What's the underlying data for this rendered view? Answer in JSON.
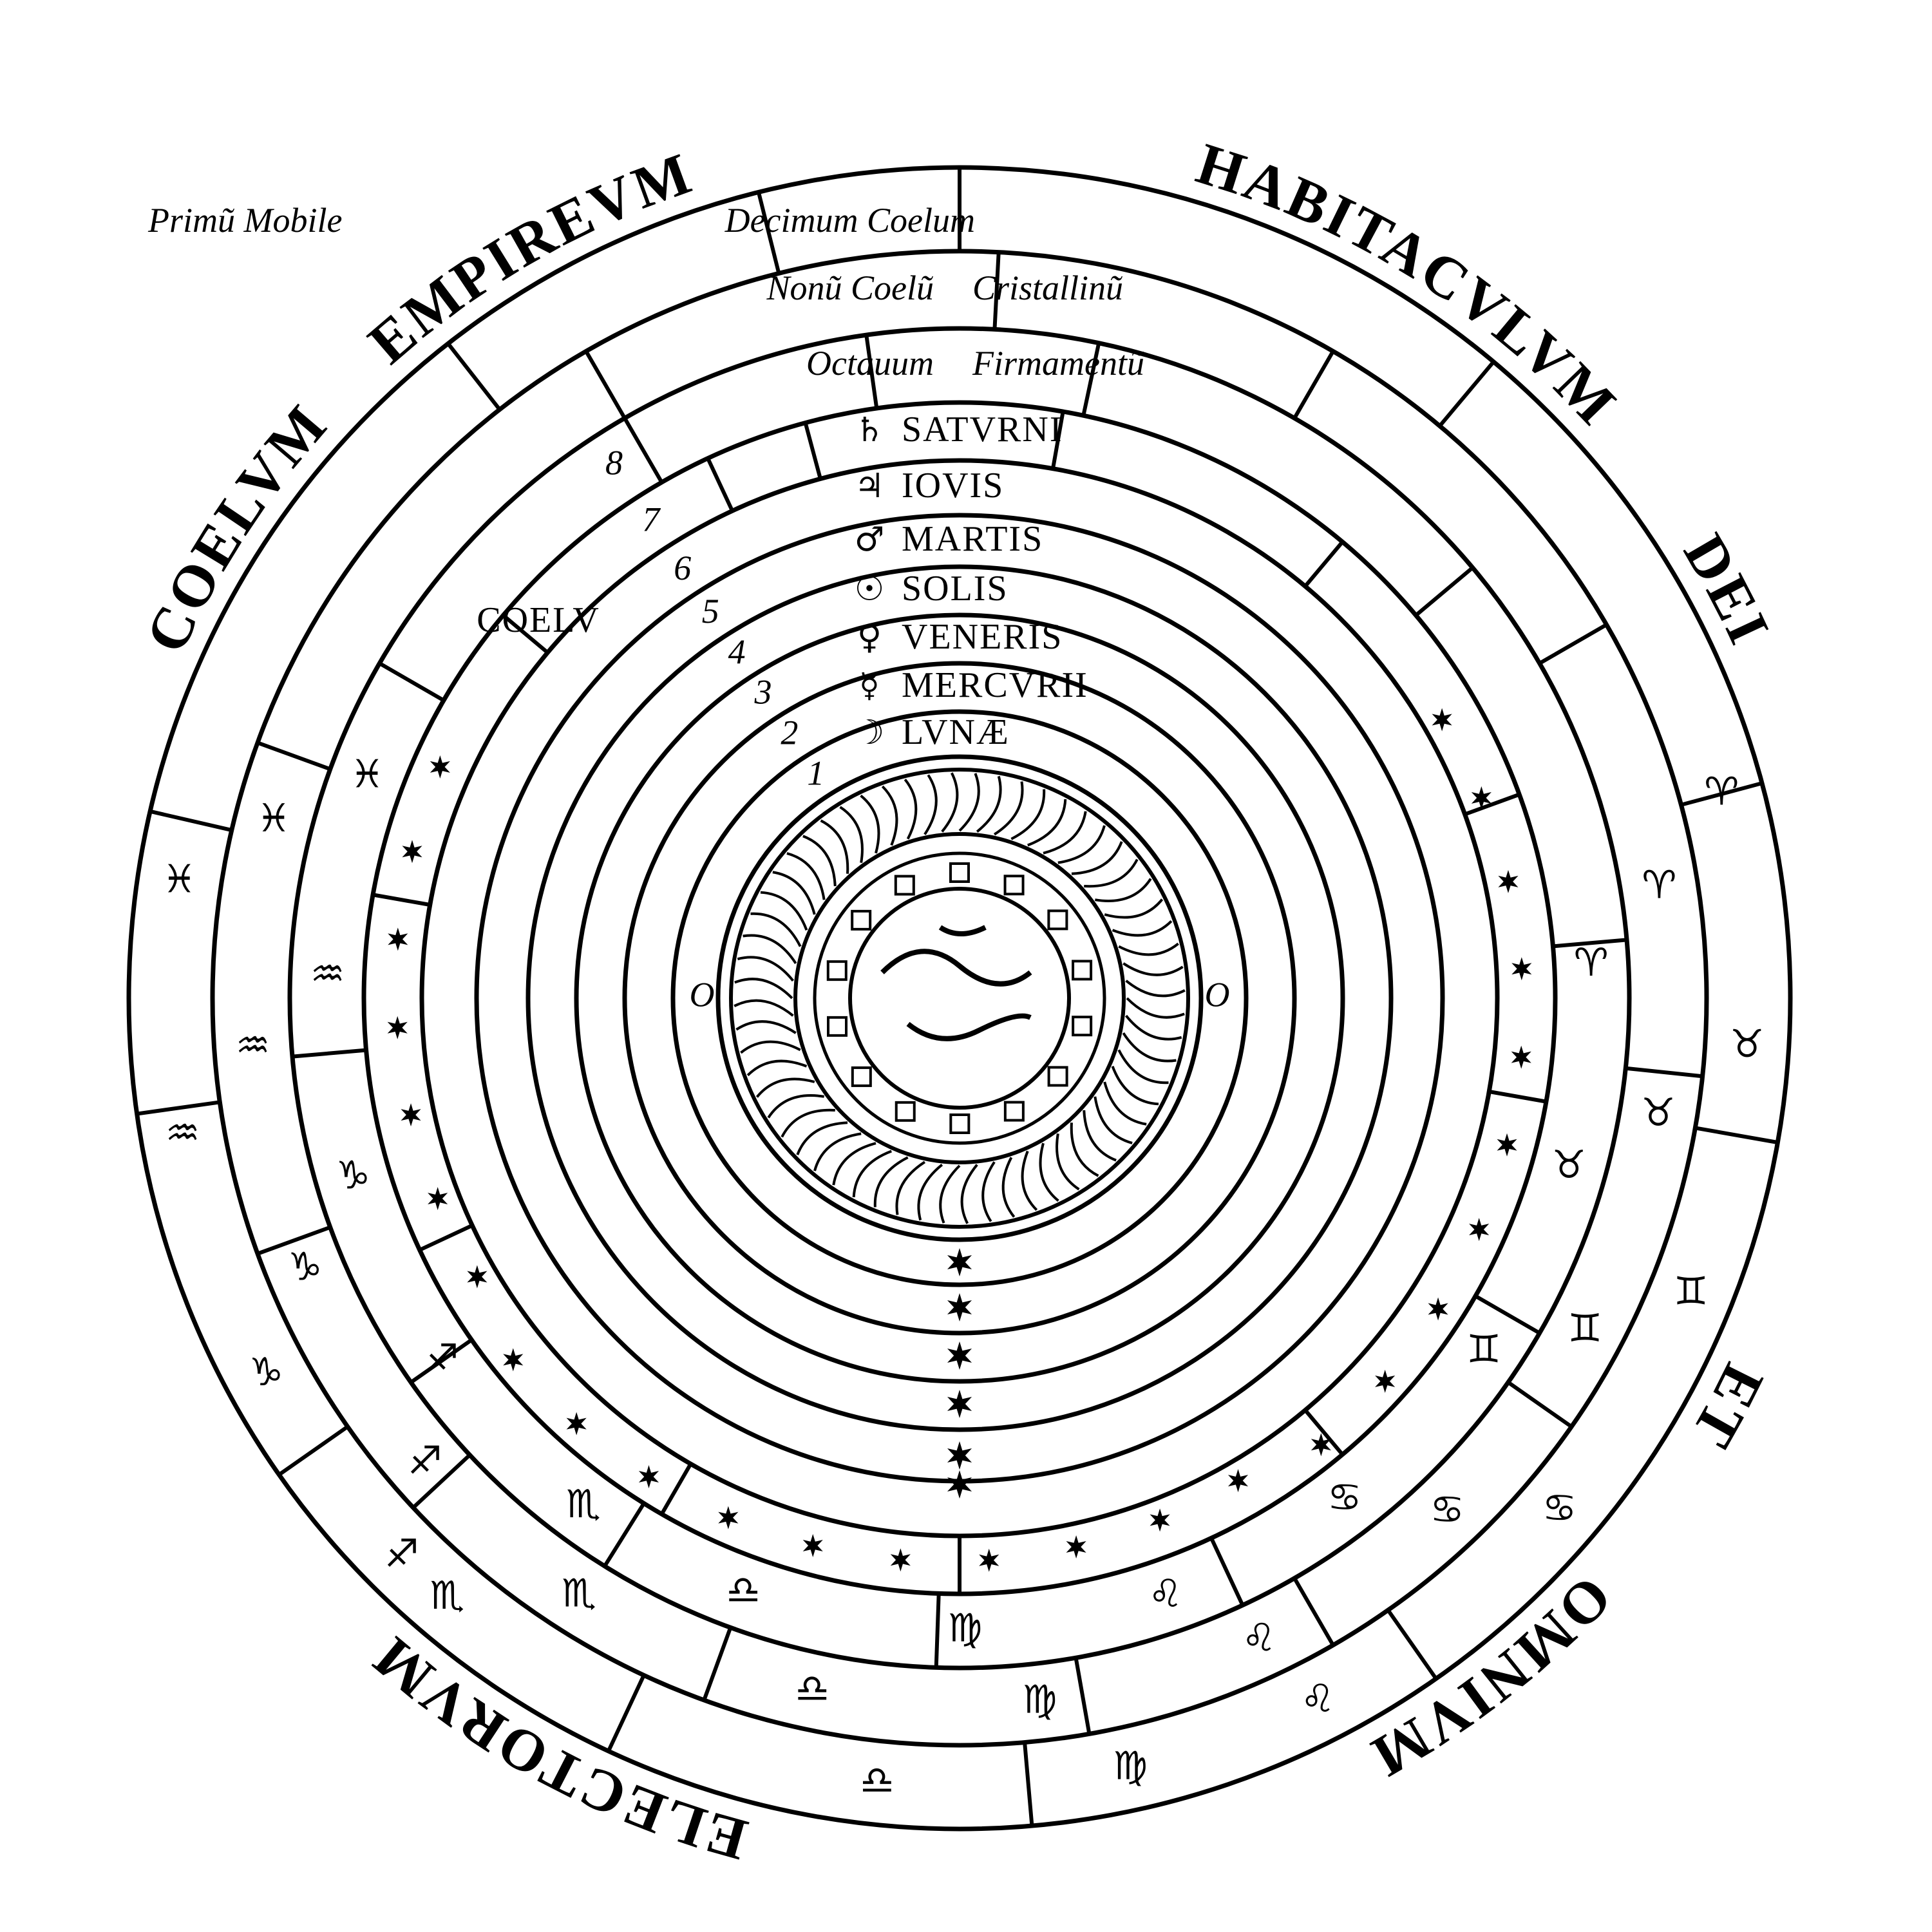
{
  "outer_labels": [
    "EMPIREVM",
    "HABITACVLVM",
    "DEI",
    "ET",
    "OMNIVM",
    "ELECTORVM",
    "COELVM"
  ],
  "band_labels": [
    "Decimum Coelum",
    "Primũ Mobile",
    "Nonũ Coelũ",
    "Cristallinũ",
    "Octauum",
    "Firmamentũ"
  ],
  "planet_labels": [
    "SATVRNI",
    "COELV",
    "IOVIS",
    "MARTIS",
    "SOLIS",
    "VENERIS",
    "MERCVRII",
    "LVNÆ"
  ],
  "planet_symbols": [
    "♄",
    "♃",
    "♂",
    "☉",
    "♀",
    "☿",
    "☽"
  ],
  "zodiac_symbols": [
    "♈",
    "♉",
    "♊",
    "♋",
    "♌",
    "♍",
    "♎",
    "♏",
    "♐",
    "♑",
    "♒",
    "♓"
  ],
  "sphere_numbers": [
    "1",
    "2",
    "3",
    "4",
    "5",
    "6",
    "7",
    "8"
  ],
  "earth_symbols": [
    "O",
    "O"
  ],
  "colors": {
    "ink": "#000000",
    "paper": "#ffffff"
  }
}
